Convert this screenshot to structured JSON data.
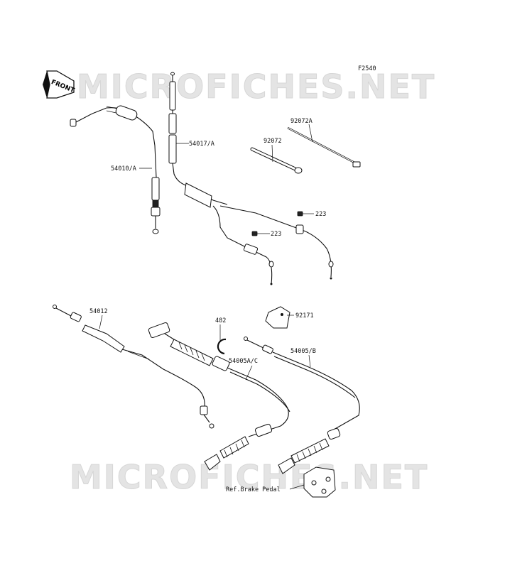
{
  "figure_code": "F2540",
  "watermark": "MICROFICHES.NET",
  "front_label": "FRONT",
  "labels": {
    "p54010A": "54010/A",
    "p54017A": "54017/A",
    "p92072A": "92072A",
    "p92072": "92072",
    "p223a": "223",
    "p223b": "223",
    "p54012": "54012",
    "p482": "482",
    "p92171": "92171",
    "p54005AC": "54005A/C",
    "p54005B": "54005/B",
    "ref_brake": "Ref.Brake Pedal"
  }
}
